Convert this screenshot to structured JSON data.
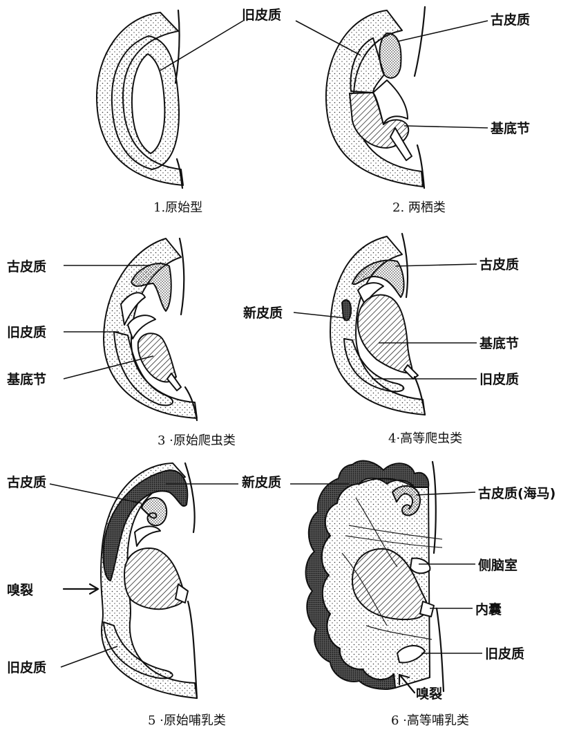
{
  "panels": [
    {
      "caption": "1.原始型",
      "labels": [
        "旧皮质"
      ]
    },
    {
      "caption": "2. 两栖类",
      "labels": [
        "古皮质",
        "基底节"
      ]
    },
    {
      "caption": "3 ·原始爬虫类",
      "labels": [
        "古皮质",
        "旧皮质",
        "基底节"
      ]
    },
    {
      "caption": "4·高等爬虫类",
      "labels": [
        "古皮质",
        "新皮质",
        "基底节",
        "旧皮质"
      ]
    },
    {
      "caption": "5 ·原始哺乳类",
      "labels": [
        "古皮质",
        "新皮质",
        "嗅裂",
        "旧皮质"
      ]
    },
    {
      "caption": "6 ·高等哺乳类",
      "labels": [
        "古皮质(海马)",
        "侧脑室",
        "内囊",
        "旧皮质",
        "嗅裂"
      ]
    }
  ]
}
